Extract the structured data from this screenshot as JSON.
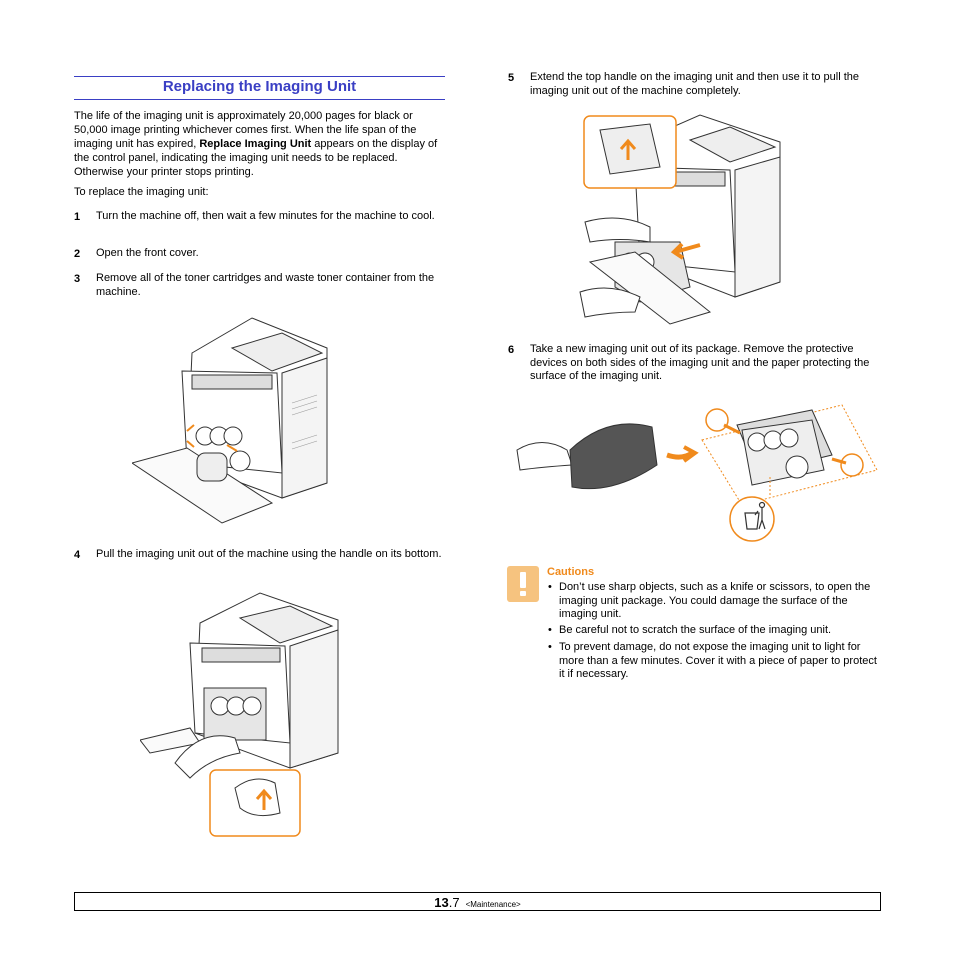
{
  "heading": "Replacing the Imaging Unit",
  "intro": {
    "before": "The life of the imaging unit is approximately 20,000 pages for black or 50,000 image printing whichever comes first. When the life span of the imaging unit has expired, ",
    "bold": "Replace Imaging Unit",
    "after": " appears on the display of the control panel, indicating the imaging unit needs to be replaced. Otherwise your printer stops printing."
  },
  "lead": "To replace the imaging unit:",
  "steps": [
    {
      "num": "1",
      "text": "Turn the machine off, then wait a few minutes for the machine to cool."
    },
    {
      "num": "2",
      "text": "Open the front cover."
    },
    {
      "num": "3",
      "text": "Remove all of the toner cartridges and waste toner container from the machine."
    },
    {
      "num": "4",
      "text": "Pull the imaging unit out of the machine using the handle on its bottom."
    },
    {
      "num": "5",
      "text": "Extend the top handle on the imaging unit and then use it to pull the imaging unit out of the machine completely."
    },
    {
      "num": "6",
      "text": "Take a new imaging unit out of its package. Remove the protective devices on both sides of the imaging unit and the paper protecting the surface of the imaging unit."
    }
  ],
  "cautions": {
    "title": "Cautions",
    "bullet": "•",
    "items": [
      "Don’t use sharp objects, such as a knife or scissors, to open the imaging unit package. You could damage the surface of the imaging unit.",
      "Be careful not to scratch the surface of the imaging unit.",
      "To prevent damage, do not expose the imaging unit to light for more than a few minutes. Cover it with a piece of paper to protect it if necessary."
    ]
  },
  "footer": {
    "chapter": "13",
    "page": ".7",
    "section": "<Maintenance>"
  },
  "colors": {
    "heading_blue": "#3a3fc4",
    "accent_orange": "#f08a1c",
    "caution_icon": "#f6c37f"
  }
}
